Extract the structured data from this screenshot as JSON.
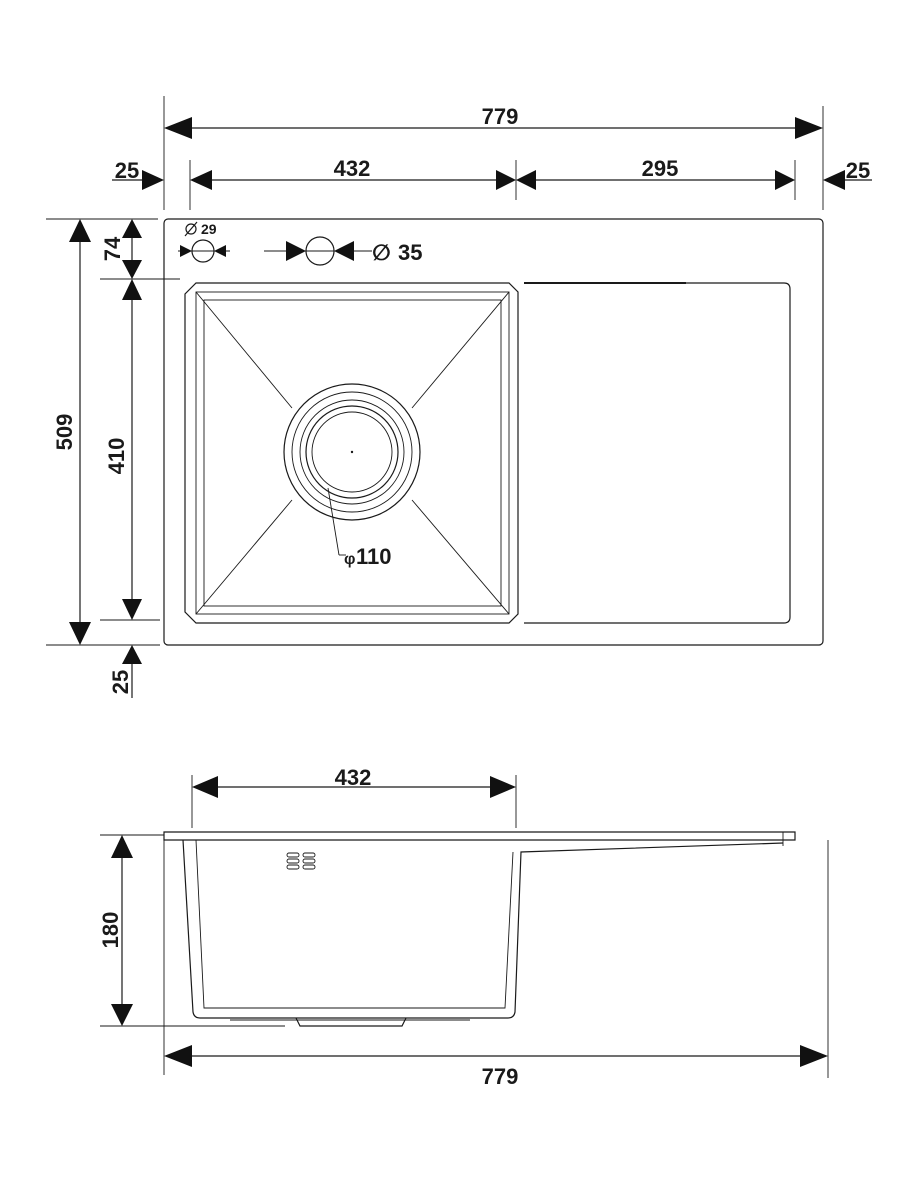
{
  "top_view": {
    "overall_width": "779",
    "left_margin": "25",
    "bowl_width": "432",
    "drainboard_width": "295",
    "right_margin": "25",
    "overall_depth": "509",
    "top_margin": "74",
    "bowl_depth": "410",
    "bottom_margin": "25",
    "tap_hole_small": "29",
    "tap_hole_large": "35",
    "drain_diameter": "110",
    "diameter_symbol": "∅",
    "drain_symbol": "φ"
  },
  "side_view": {
    "bowl_width": "432",
    "depth": "180",
    "overall_width": "779"
  },
  "colors": {
    "line": "#1a1a1a",
    "background": "#ffffff"
  }
}
